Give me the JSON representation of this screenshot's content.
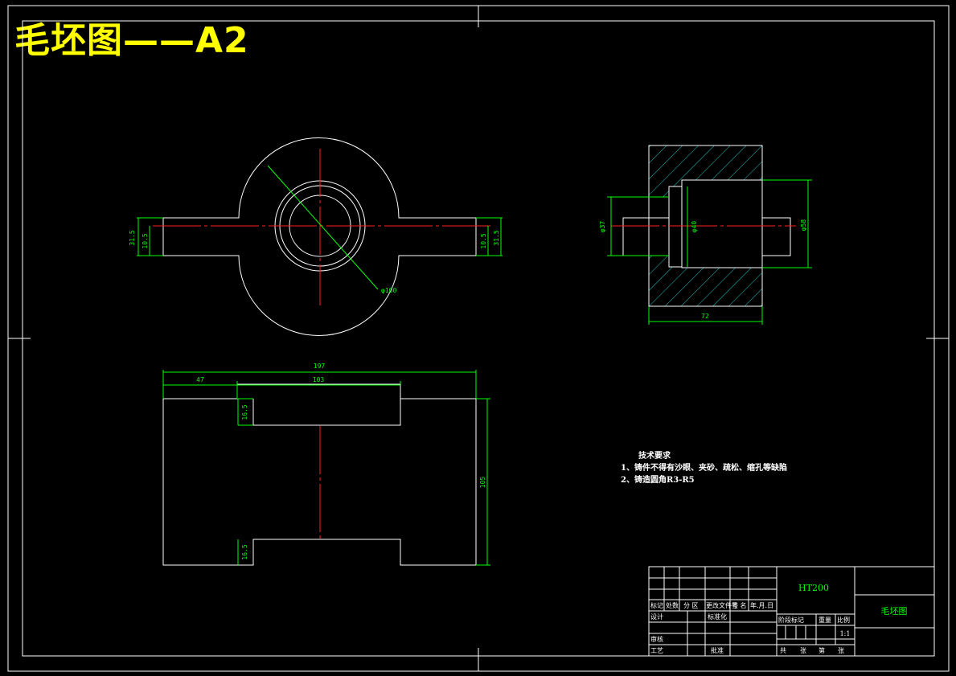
{
  "sheet_title": "毛坯图——A2",
  "dimensions": {
    "phi100": "φ100",
    "d1": "31.5",
    "d2": "10.5",
    "d3": "10.5",
    "d4": "31.5",
    "phi37": "φ37",
    "phi40": "φ40",
    "phi58": "φ58",
    "w72": "72",
    "w197": "197",
    "w47": "47",
    "w103": "103",
    "h16_5a": "16.5",
    "h16_5b": "16.5",
    "h105": "105"
  },
  "technical_requirements": {
    "heading": "技术要求",
    "items": [
      "1、铸件不得有沙眼、夹砂、疏松、缩孔等缺陷",
      "2、铸造圆角R3-R5"
    ]
  },
  "title_block": {
    "material": "HT200",
    "drawing_name": "毛坯图",
    "scale": "1:1",
    "row_labels": {
      "mark": "标记",
      "count": "处数",
      "zone": "分 区",
      "change_doc": "更改文件号",
      "signature": "签 名",
      "date": "年.月.日",
      "design": "设计",
      "standardization": "标准化",
      "review": "审核",
      "process": "工艺",
      "approve": "批准",
      "stage_mark": "阶段标记",
      "weight": "重量",
      "ratio": "比例",
      "sheets_total": "共",
      "sheet": "张",
      "sheet_no": "第",
      "sheet_end": "张"
    }
  }
}
